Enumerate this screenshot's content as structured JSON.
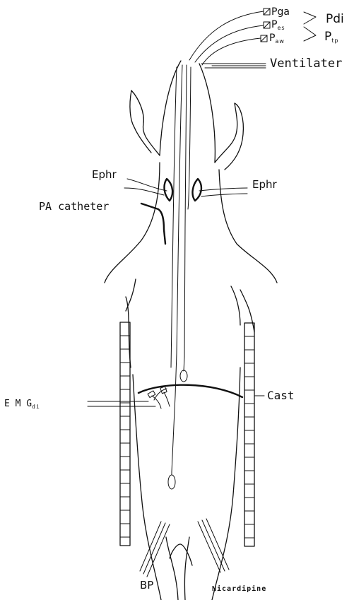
{
  "labels": {
    "pga": "Pga",
    "pes": {
      "base": "P",
      "sub": "es"
    },
    "paw": {
      "base": "P",
      "sub": "aw"
    },
    "pdi": "Pdi",
    "ptp": {
      "base": "P",
      "sub": "tp"
    },
    "ventilater": "Ventilater",
    "ephr_left": "Ephr",
    "ephr_right": "Ephr",
    "pa_catheter": "PA catheter",
    "cast": "Cast",
    "emg": {
      "base": "E M G",
      "sub": "di"
    },
    "bp": "BP",
    "nicardipine": "Nicardipine"
  }
}
